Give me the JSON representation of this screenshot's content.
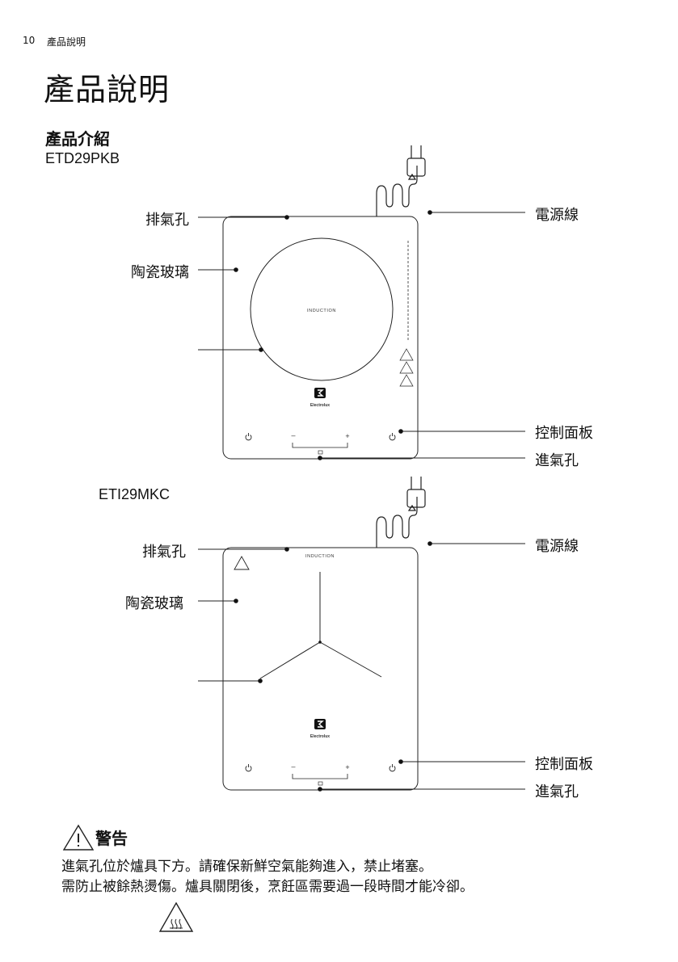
{
  "header": {
    "page_number": "10",
    "section": "產品說明"
  },
  "page_title": "產品說明",
  "section_title": "產品介紹",
  "product_a": {
    "model": "ETD29PKB",
    "labels": {
      "exhaust": "排氣孔",
      "glass": "陶瓷玻璃",
      "power_cord": "電源線",
      "control_panel": "控制面板",
      "intake": "進氣孔"
    },
    "hob_text": "INDUCTION",
    "brand": "Electrolux",
    "control_minus": "–",
    "control_plus": "+"
  },
  "product_b": {
    "model": "ETI29MKC",
    "labels": {
      "exhaust": "排氣孔",
      "glass": "陶瓷玻璃",
      "power_cord": "電源線",
      "control_panel": "控制面板",
      "intake": "進氣孔"
    },
    "hob_text": "INDUCTION",
    "brand": "Electrolux",
    "control_minus": "–",
    "control_plus": "+"
  },
  "warning": {
    "title": "警告",
    "line1": "進氣孔位於爐具下方。請確保新鮮空氣能夠進入，禁止堵塞。",
    "line2": "需防止被餘熱燙傷。爐具關閉後，烹飪區需要過一段時間才能冷卻。"
  },
  "icons": [
    "warning-triangle-icon",
    "hot-surface-icon",
    "power-icon",
    "timer-icon",
    "plug-icon",
    "electrolux-logo-icon"
  ]
}
